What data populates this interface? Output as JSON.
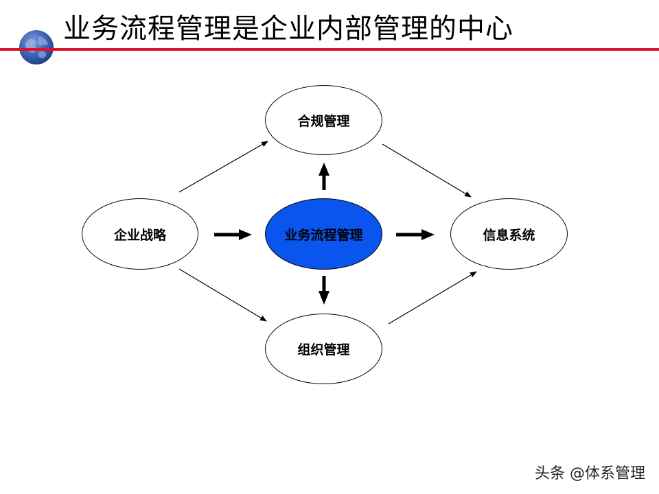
{
  "title": "业务流程管理是企业内部管理的中心",
  "colors": {
    "title_rule": "#e0102f",
    "center_node_fill": "#0a55ee",
    "node_fill": "#ffffff",
    "line": "#000000"
  },
  "icons": {
    "logo": "globe-icon"
  },
  "diagram": {
    "nodes": {
      "compliance": "合规管理",
      "strategy": "企业战略",
      "process": "业务流程管理",
      "information": "信息系统",
      "organization": "组织管理"
    }
  },
  "watermark": "头条 @体系管理"
}
